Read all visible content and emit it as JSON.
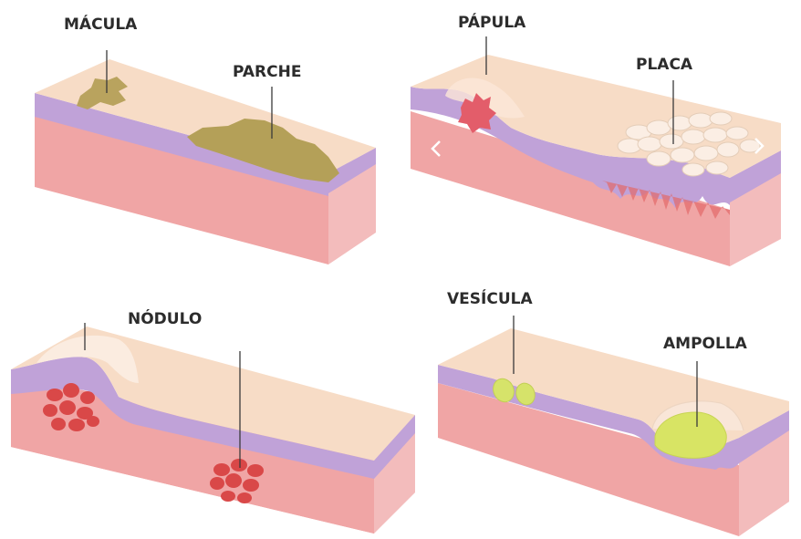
{
  "labels": {
    "macula": "MÁCULA",
    "parche": "PARCHE",
    "papula": "PÁPULA",
    "placa": "PLACA",
    "nodulo": "NÓDULO",
    "vesicula": "VESÍCULA",
    "ampolla": "AMPOLLA"
  },
  "colors": {
    "skin_top": "#f7dcc6",
    "epidermis": "#c0a2d8",
    "dermis": "#f0a5a5",
    "macula_patch": "#b9a35e",
    "papule": "#e35d6a",
    "nodule": "#d94848",
    "vesicle": "#d6e36a"
  },
  "icons": {
    "carousel_prev": "chevron-left-icon",
    "carousel_next": "chevron-right-icon"
  }
}
